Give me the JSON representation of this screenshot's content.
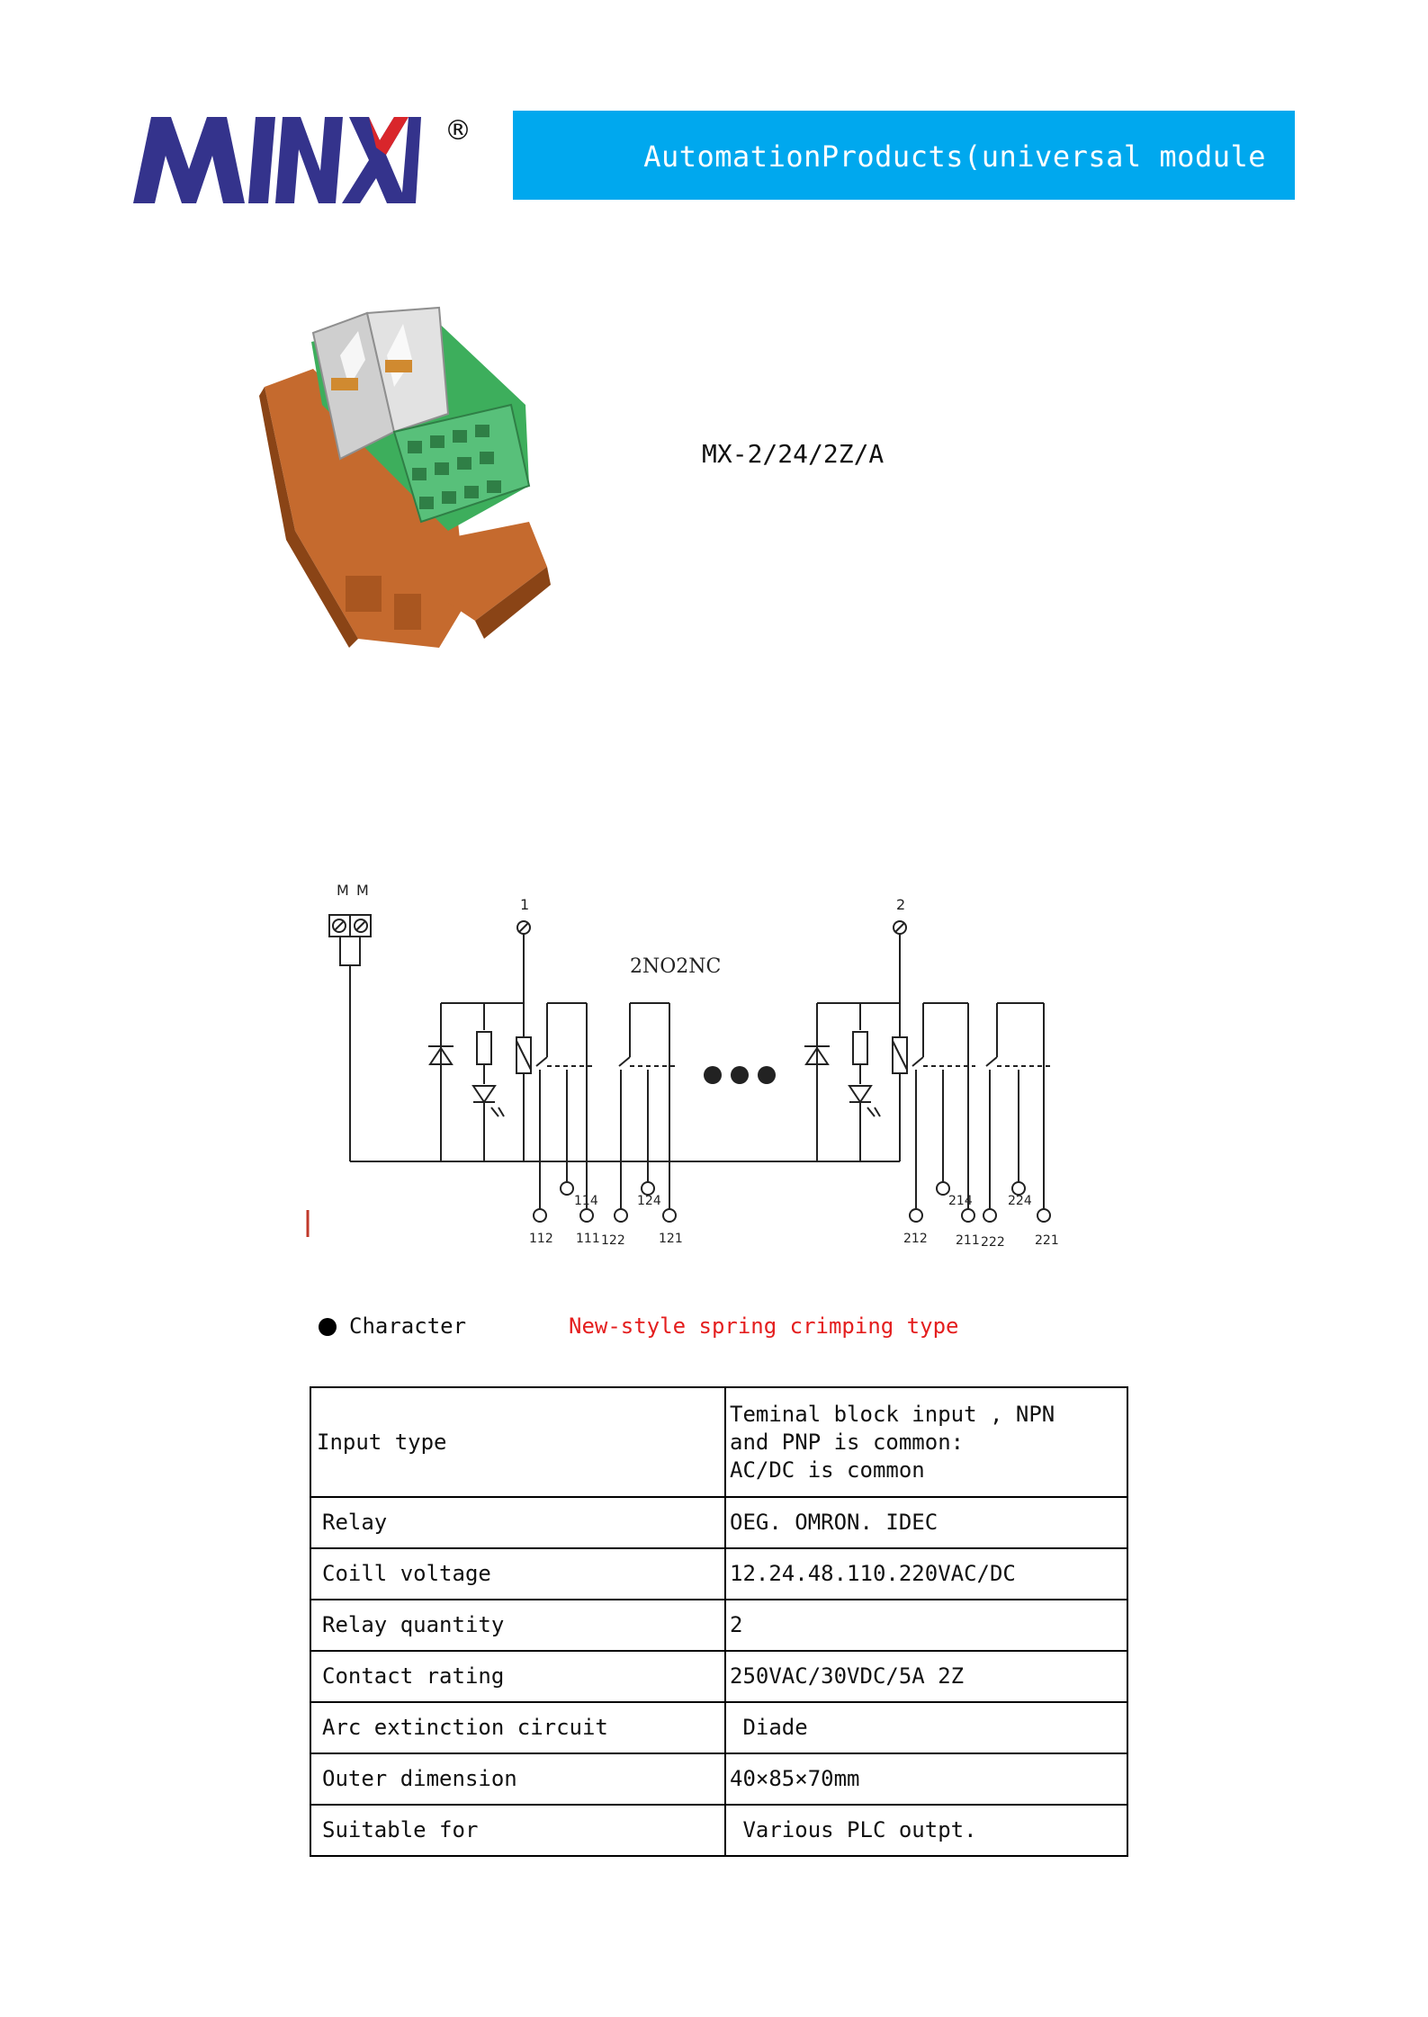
{
  "header": {
    "logo_text": "MINXI",
    "registered_mark": "®",
    "banner_title": "AutomationProducts(universal module",
    "colors": {
      "banner": "#00a8ee",
      "logo": "#34338c",
      "logo_accent": "#d9262b"
    }
  },
  "product": {
    "image_icon": "relay-module-image",
    "model": "MX-2/24/2Z/A"
  },
  "schematic": {
    "contact_type": "2NO2NC",
    "top_labels": [
      "M",
      "M"
    ],
    "common_labels": [
      "1",
      "2"
    ],
    "terminal_top_labels": [
      "114",
      "124",
      "214",
      "224"
    ],
    "terminal_bottom_labels": [
      "112",
      "111",
      "122",
      "121",
      "212",
      "211",
      "222",
      "221"
    ]
  },
  "character": {
    "label": "Character",
    "value": "New-style spring crimping type",
    "value_color": "#e41e1e"
  },
  "spec_table": [
    {
      "key": "Input type",
      "value_lines": [
        "Teminal block input , NPN",
        "and PNP is common:",
        "AC/DC is common"
      ]
    },
    {
      "key": "Relay",
      "value": "OEG. OMRON. IDEC"
    },
    {
      "key": "Coill voltage",
      "value": "12.24.48.110.220VAC/DC"
    },
    {
      "key": "Relay quantity",
      "value": "2"
    },
    {
      "key": "Contact rating",
      "value": "250VAC/30VDC/5A 2Z"
    },
    {
      "key": "Arc extinction circuit",
      "value": " Diade"
    },
    {
      "key": "Outer dimension",
      "value": "40×85×70mm"
    },
    {
      "key": "Suitable for",
      "value": " Various PLC outpt."
    }
  ]
}
